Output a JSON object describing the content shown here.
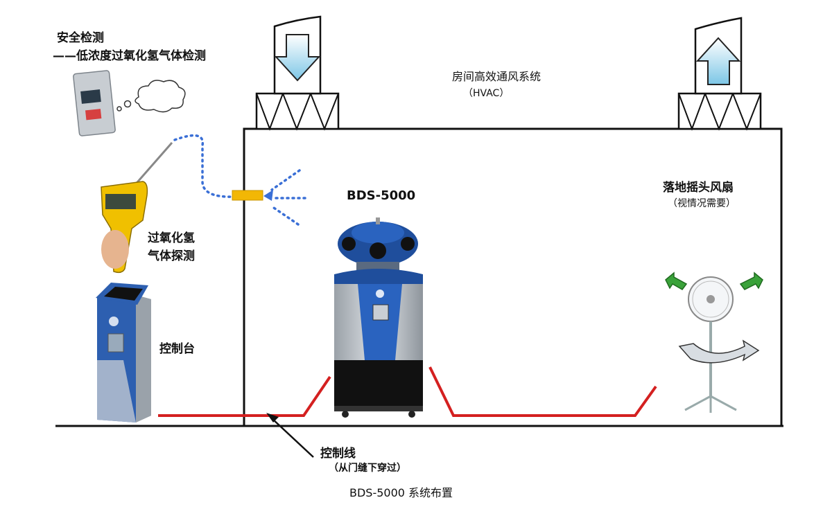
{
  "labels": {
    "safety_title": "安全检测",
    "safety_subtitle": "——低浓度过氧化氢气体检测",
    "hvac_label": "房间高效通风系统",
    "hvac_sub": "（HVAC）",
    "bds_label": "BDS-5000",
    "fan_label": "落地摇头风扇",
    "fan_sub": "（视情况需要）",
    "probe_label_line1": "过氧化氢",
    "probe_label_line2": "气体探测",
    "console_label": "控制台",
    "cable_label": "控制线",
    "cable_sub": "（从门缝下穿过）"
  },
  "caption": "BDS-5000 系统布置",
  "colors": {
    "cable": "#d42020",
    "robot_blue": "#1f4e9c",
    "robot_gray": "#b9bec4",
    "arrow_fill": "#a8d8ec",
    "fan_arrow": "#3aa23a",
    "probe_yellow": "#f0c000",
    "dots": "#3a6fd6",
    "sensor_box": "#f2b705"
  },
  "icons": [
    "down-arrow-icon",
    "up-arrow-icon",
    "fan-rotate-icon",
    "cloud-icon"
  ]
}
